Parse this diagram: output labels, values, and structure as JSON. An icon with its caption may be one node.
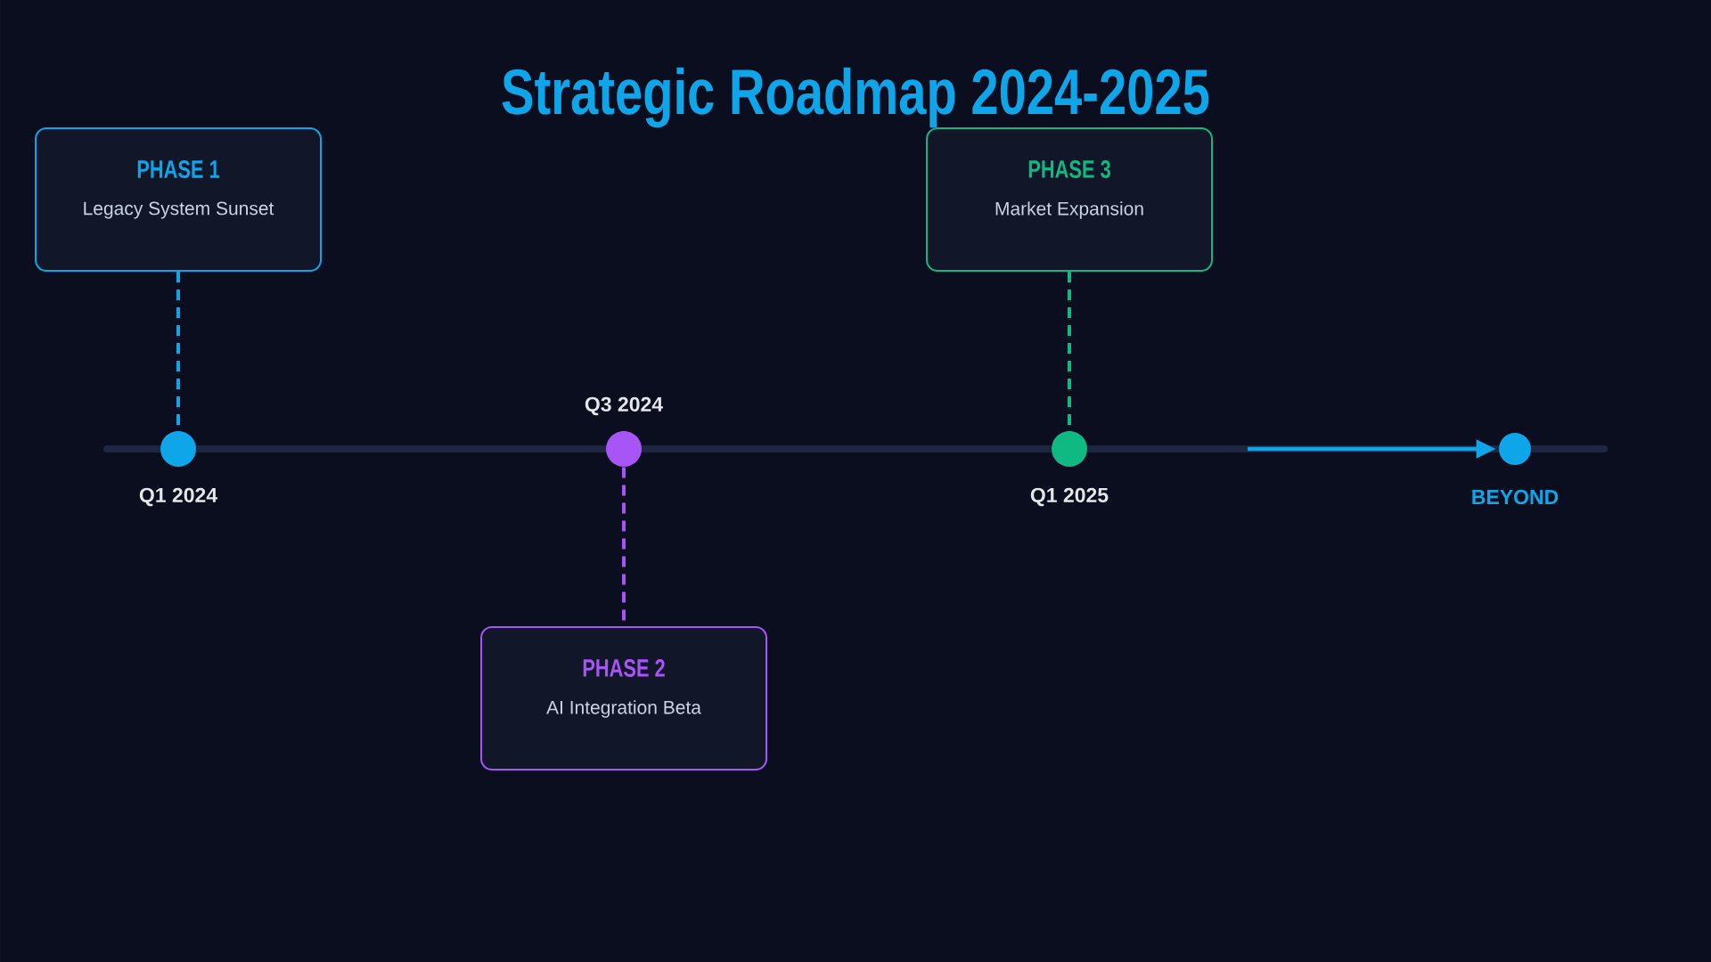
{
  "diagram": {
    "title": "Strategic Roadmap 2024-2025",
    "nodes": [
      {
        "text": [
          "PHASE 1",
          "Legacy System Sunset"
        ]
      },
      {
        "text": [],
        "shape": "circle",
        "beside": [
          "Q1 2024"
        ]
      },
      {
        "text": [],
        "shape": "circle",
        "beside": [
          "Q3 2024"
        ]
      },
      {
        "text": [
          "PHASE 2",
          "AI Integration Beta"
        ]
      },
      {
        "text": [],
        "shape": "circle",
        "beside": [
          "Q1 2025"
        ]
      },
      {
        "text": [
          "PHASE 3",
          "Market Expansion"
        ]
      },
      {
        "text": [],
        "shape": "circle",
        "beside": [
          "BEYOND"
        ]
      }
    ],
    "edges": [
      {
        "from": 0,
        "to": 1,
        "arrow": "none",
        "style": "dashed",
        "color": "#0ea5e9"
      },
      {
        "from": 2,
        "to": 3,
        "arrow": "none",
        "style": "dashed",
        "color": "#a855f7"
      },
      {
        "from": 5,
        "to": 4,
        "arrow": "none",
        "style": "dashed",
        "color": "#10b981"
      },
      {
        "from": null,
        "to": 6,
        "arrow": "to",
        "color": "#0ea5e9"
      }
    ]
  }
}
